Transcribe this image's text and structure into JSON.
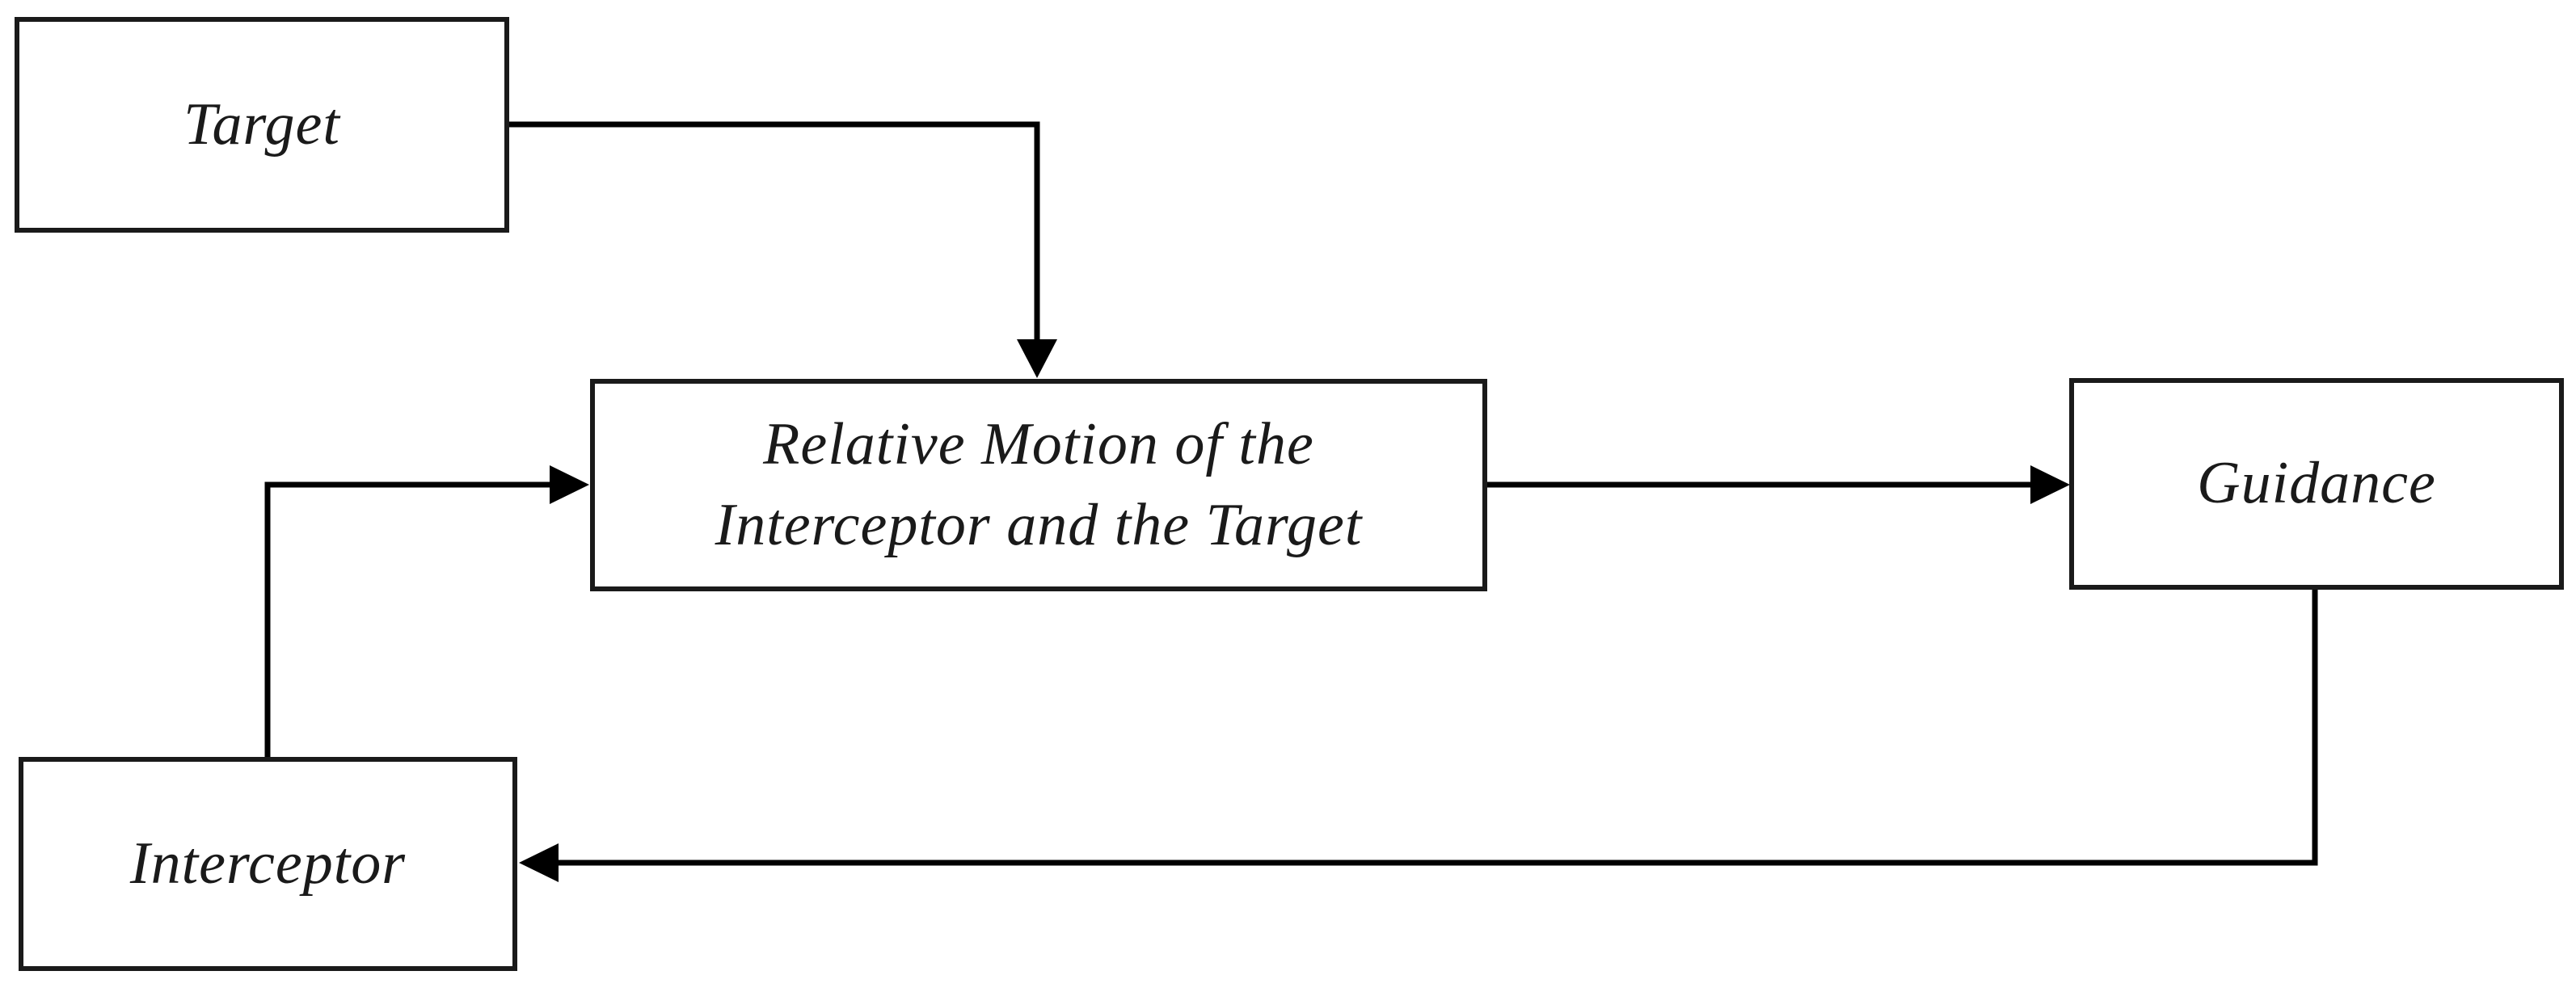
{
  "diagram": {
    "background_color": "#ffffff",
    "line_color": "#000000",
    "box_border_color": "#1a1a1a",
    "nodes": {
      "target": {
        "label": "Target"
      },
      "relative_motion": {
        "label": "Relative Motion of the\nInterceptor and the Target"
      },
      "guidance": {
        "label": "Guidance"
      },
      "interceptor": {
        "label": "Interceptor"
      }
    },
    "edges": [
      {
        "from": "Target",
        "to": "Relative Motion of the Interceptor and the Target"
      },
      {
        "from": "Interceptor",
        "to": "Relative Motion of the Interceptor and the Target"
      },
      {
        "from": "Relative Motion of the Interceptor and the Target",
        "to": "Guidance"
      },
      {
        "from": "Guidance",
        "to": "Interceptor"
      }
    ]
  }
}
